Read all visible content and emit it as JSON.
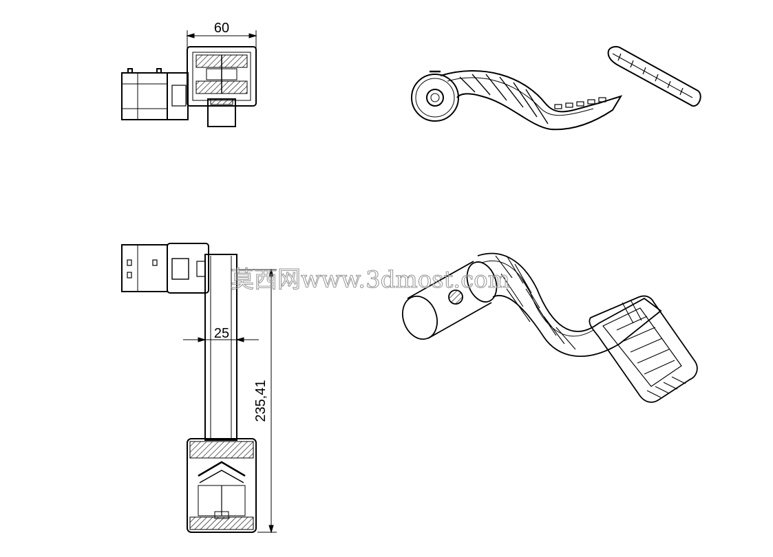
{
  "dimensions": {
    "top_width": "60",
    "arm_width": "25",
    "arm_length": "235,41"
  },
  "watermark": "莫西网www.3dmost.com",
  "colors": {
    "line": "#000000",
    "background": "#ffffff",
    "watermark": "#9a9a9a"
  }
}
